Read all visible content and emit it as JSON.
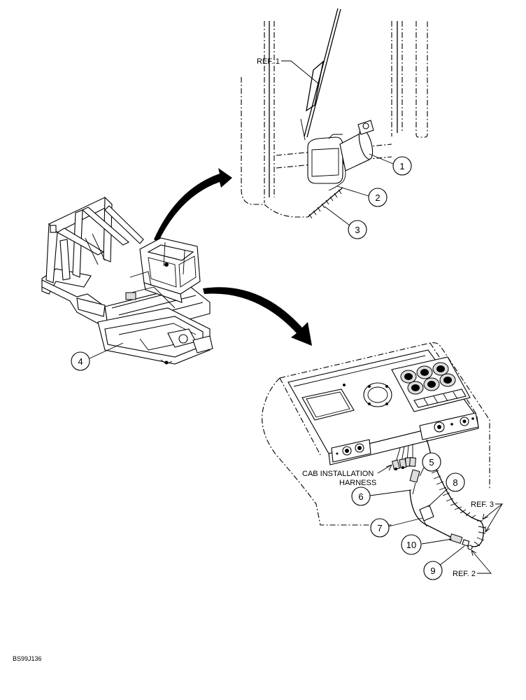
{
  "callouts": {
    "c1": "1",
    "c2": "2",
    "c3": "3",
    "c4": "4",
    "c5": "5",
    "c6": "6",
    "c7": "7",
    "c8": "8",
    "c9": "9",
    "c10": "10"
  },
  "refs": {
    "ref1": "REF. 1",
    "ref2": "REF. 2",
    "ref3": "REF. 3"
  },
  "harness_label": {
    "line1": "CAB INSTALLATION",
    "line2": "HARNESS"
  },
  "drawing_code": "BS99J136"
}
